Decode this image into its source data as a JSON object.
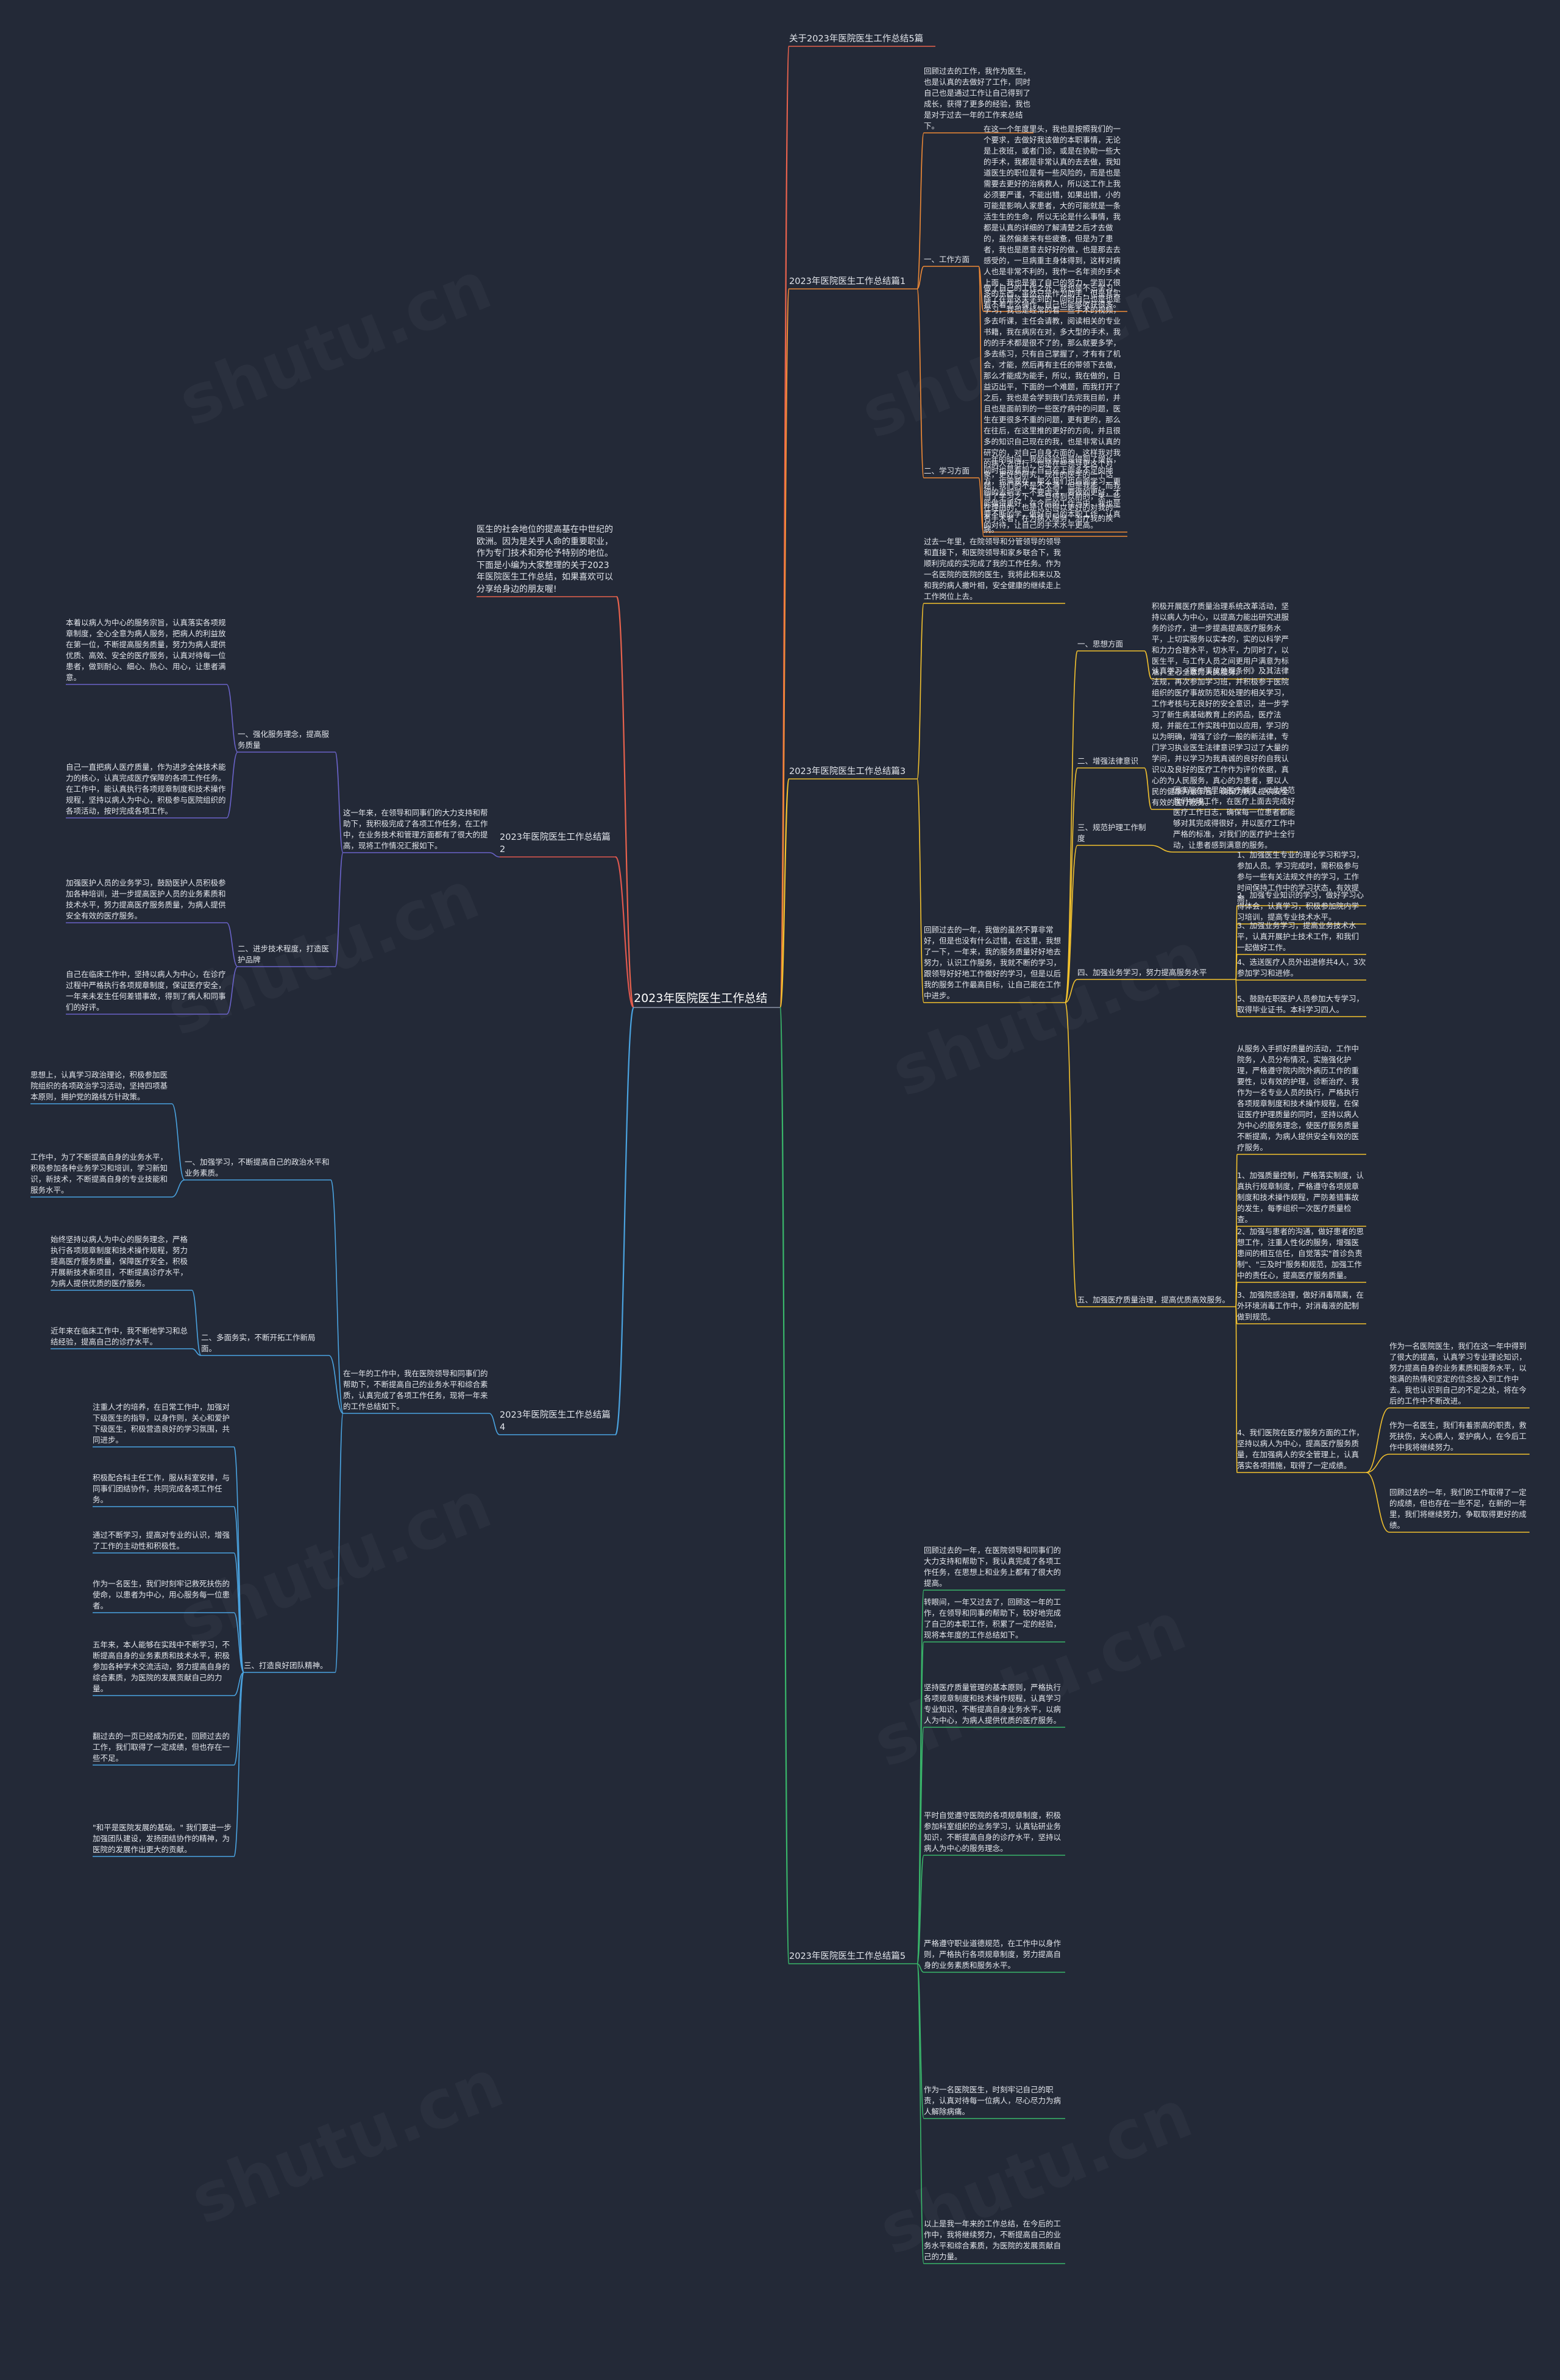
{
  "mindmap": {
    "root": "2023年医院医生工作总结",
    "intro": "医生的社会地位的提高基在中世纪的欧洲。因为是关乎人命的重要职业，作为专门技术和旁伦予特别的地位。下面是小编为大家整理的关于2023年医院医生工作总结，如果喜欢可以分享给身边的朋友喔!",
    "branches": [
      {
        "title": "关于2023年医院医生工作总结5篇",
        "color": "#e8624d",
        "children": []
      },
      {
        "title": "2023年医院医生工作总结篇1",
        "color": "#f08a36",
        "children": [
          {
            "text": "回顾过去的工作，我作为医生，也是认真的去做好了工作，同时自己也是通过工作让自己得到了成长，获得了更多的经验，我也是对于过去一年的工作来总结下。"
          },
          {
            "text": "一、工作方面",
            "children": [
              {
                "text": "在这一个年度里头，我也是按照我们的一个要求，去做好我该做的本职事情，无论是上夜班，或者门诊，或是在协助一些大的手术，我都是非常认真的去去做，我知道医生的职位是有一些风险的，而是也是需要去更好的治病救人，所以这工作上我必须要严谨，不能出错，如果出错，小的可能是影响人家患者，大的可能就是一条活生生的生命，所以无论是什么事情，我都是认真的详细的了解清楚之后才去做的，虽然偏差来有些疲惫，但是为了患者，我也是愿意去好好的做，也是那去去感受的，一旦病重主身体得到，这样对病人也是非常不利的，我作一名年资的手术上面，我也是第了自己的努力，学到了很多的东西，虽然只是作为助手，但是其实看不着怎么操作，自己也能够收获很多。"
              },
              {
                "text": "做了自己的工作之外，我也是不忘学习，除了在是这关学到的，同时自己也是也是学习，我也是经常的看一些手术的视频，多去听课，主任会请教，阅读相关的专业书籍，我在病房在对，多大型的手术，我的的手术都是很不了的，那么就要多学，多去练习，只有自己掌握了，才有有了机会，才能，然后再有主任的带领下去做，那么才能成为能手，所以，我在做的，日益迈出平，下面的一个难题，而我打开了之后，我也是会学到我们去完我目前，并且也是面前到的一些医疗病中的问题，医生在更很多不重的问题，更有更的，那么在往后，在这里推的更好的方向，并且很多的知识自己现在的我，也是非常认真的研究的，对自己自身方面的，这样我对我的病人去进行，也是在些领导更这个对象，更好的研究，现在的医学的一个话题，我们的不是不太满，但是我能，而我当了学习之下，一旦得到以前的，来一些在理由的，也是认识得以更好的对我的一名手术者，在为病人服务，治疗我的疾病。"
              }
            ]
          },
          {
            "text": "二、学习方面",
            "children": [
              {
                "text": "一年的时间，我的经验也是得到了增长，同时也是看到了自己在上面多不足的地方，也需要在，那么我们也后面学习，更细的去把学，不要虚浮，要做的更好，才能做得更好，在今后的工作当中，我也是要不断的学，做好自己的本职工作，认真的对待，让自己的手术水平更高。"
              }
            ]
          }
        ]
      },
      {
        "title": "2023年医院医生工作总结篇3",
        "color": "#f2c12e",
        "children": [
          {
            "text": "过去一年里，在院领导和分管领导的领导和直接下，和医院领导和家乡联合下，我顺利完成的实完成了我的工作任务。作为一名医院的医院的医生，我将此和来以及和我的病人撒叶相，安全健康的继续走上工作岗位上去。"
          },
          {
            "text": "回顾过去的一年，我做的虽然不算非常好，但是也没有什么过错，在这里，我想了一下，一年来，我的服务质量好好地去努力，认识工作服务，我就不断的学习，跟领导好好地工作做好的学习，但是以后我的服务工作最高目标，让自己能在工作中进步。",
            "children": [
              {
                "text": "一、思想方面",
                "children": [
                  {
                    "text": "积极开展医疗质量治理系统改革活动，坚持以病人为中心，以提高力能出研究进服务的诊疗，进一步提高提高医疗服务水平，上切实服务以实本的，实的以科学严和力力合理水平，切水平，力同时了，以医生平，与工作人员之间更用户满意为标准，全心全意为人民服务。"
                  }
                ]
              },
              {
                "text": "二、增强法律意识",
                "children": [
                  {
                    "text": "认真学习《医疗事故处理条例》及其法律法规，再次参加学习班，并积极参于医院组织的医疗事故防范和处理的相关学习，工作考核与无良好的安全意识，进一步学习了新生病基础教育上的药品，医疗法规，并能在工作实践中加以应用，学习的以为明确，增强了诊疗一般的新法律，专门学习执业医生法律意识学习过了大量的学问，并以学习为我真诚的良好的自我认识以及良好的医疗工作作为评价依据，真心的为人民服务，真心的为患者，要以人民的健康为最宗旨，确保为病人提供安全有效的医疗服务。"
                  }
                ]
              },
              {
                "text": "三、规范护理工作制度",
                "children": [
                  {
                    "text": "因实际在院里的医疗制度，以此规范我们护理工作，在医疗上面去完成好医疗工作日志，确保每一位患者都能够对其完成得很好，并以医疗工作中严格的标准，对我们的医疗护士全行动，让患者感到满意的服务。"
                  }
                ]
              },
              {
                "text": "四、加强业务学习，努力提高服务水平",
                "children": [
                  {
                    "text": "1、加强医生专业的理论学习和学习，参加人员。学习完成时，需积极参与参与一些有关法规文件的学习，工作时间保持工作中的学习状态，有效提高，"
                  },
                  {
                    "text": "2、加强专业知识的学习，做好学习心得体会，认真学习，积极参加院内学习培训，提高专业技术水平。"
                  },
                  {
                    "text": "3、加强业务学习，提高业务技术水平，认真开展护士技术工作，和我们一起做好工作。"
                  },
                  {
                    "text": "4、选送医疗人员外出进修共4人，3次参加学习和进修。"
                  },
                  {
                    "text": "5、鼓励在职医护人员参加大专学习，取得毕业证书。本科学习四人。"
                  }
                ]
              },
              {
                "text": "五、加强医疗质量治理，提高优质高效服务。",
                "children": [
                  {
                    "text": "从服务入手抓好质量的活动，工作中院务，人员分布情况，实施强化护理，严格遵守院内院外病历工作的重要性，以有效的护理，诊断治疗、我作为一名专业人员的执行，严格执行各项规章制度和技术操作规程，在保证医疗护理质量的同时，坚持以病人为中心的服务理念，使医疗服务质量不断提高，为病人提供安全有效的医疗服务。"
                  },
                  {
                    "text": "1、加强质量控制，严格落实制度，认真执行规章制度，严格遵守各项规章制度和技术操作规程，严防差错事故的发生，每季组织一次医疗质量检查。"
                  },
                  {
                    "text": "2、加强与患者的沟通，做好患者的思想工作，注重人性化的服务，增强医患间的相互信任，自觉落实\"首诊负责制\"、\"三及时\"服务和规范，加强工作中的责任心，提高医疗服务质量。"
                  },
                  {
                    "text": "3、加强院感治理，做好消毒隔离，在外环境消毒工作中，对消毒液的配制做到规范。"
                  },
                  {
                    "text": "4、我们医院在医疗服务方面的工作，坚持以病人为中心，提高医疗服务质量，在加强病人的安全管理上，认真落实各项措施，取得了一定成绩。",
                    "children": [
                      {
                        "text": "作为一名医院医生，我们在这一年中得到了很大的提高，认真学习专业理论知识，努力提高自身的业务素质和服务水平，以饱满的热情和坚定的信念投入到工作中去。我也认识到自己的不足之处，将在今后的工作中不断改进。"
                      },
                      {
                        "text": "作为一名医生，我们有着崇高的职责，救死扶伤，关心病人，爱护病人，在今后工作中我将继续努力。"
                      },
                      {
                        "text": "回顾过去的一年，我们的工作取得了一定的成绩，但也存在一些不足，在新的一年里，我们将继续努力，争取取得更好的成绩。"
                      }
                    ]
                  }
                ]
              }
            ]
          }
        ]
      },
      {
        "title": "2023年医院医生工作总结篇2",
        "color": "#e0584f",
        "children": [
          {
            "text": "这一年来，在领导和同事们的大力支持和帮助下，我积极完成了各项工作任务，在工作中，在业务技术和管理方面都有了很大的提高，现将工作情况汇报如下。",
            "children": [
              {
                "text": "一、强化服务理念，提高服务质量",
                "children": [
                  {
                    "text": "本着以病人为中心的服务宗旨，认真落实各项规章制度，全心全意为病人服务，把病人的利益放在第一位，不断提高服务质量，努力为病人提供优质、高效、安全的医疗服务，认真对待每一位患者，做到耐心、细心、热心、用心，让患者满意。"
                  },
                  {
                    "text": "自己一直把病人医疗质量，作为进步全体技术能力的核心，认真完成医疗保障的各项工作任务。在工作中，能认真执行各项规章制度和技术操作规程，坚持以病人为中心，积极参与医院组织的各项活动，按时完成各项工作。"
                  }
                ]
              },
              {
                "text": "二、进步技术程度，打造医护品牌",
                "children": [
                  {
                    "text": "加强医护人员的业务学习，鼓励医护人员积极参加各种培训，进一步提高医护人员的业务素质和技术水平，努力提高医疗服务质量，为病人提供安全有效的医疗服务。"
                  },
                  {
                    "text": "自己在临床工作中，坚持以病人为中心，在诊疗过程中严格执行各项规章制度，保证医疗安全，一年来未发生任何差错事故，得到了病人和同事们的好评。"
                  }
                ]
              }
            ]
          }
        ]
      },
      {
        "title": "2023年医院医生工作总结篇4",
        "color": "#4aa3e0",
        "children": [
          {
            "text": "在一年的工作中，我在医院领导和同事们的帮助下，不断提高自己的业务水平和综合素质，认真完成了各项工作任务，现将一年来的工作总结如下。",
            "children": [
              {
                "text": "一、加强学习，不断提高自己的政治水平和业务素质。",
                "children": [
                  {
                    "text": "思想上，认真学习政治理论，积极参加医院组织的各项政治学习活动，坚持四项基本原则，拥护党的路线方针政策。"
                  },
                  {
                    "text": "工作中，为了不断提高自身的业务水平，积极参加各种业务学习和培训，学习新知识，新技术，不断提高自身的专业技能和服务水平。"
                  }
                ]
              },
              {
                "text": "二、多面务实，不断开拓工作新局面。",
                "children": [
                  {
                    "text": "始终坚持以病人为中心的服务理念，严格执行各项规章制度和技术操作规程，努力提高医疗服务质量，保障医疗安全，积极开展新技术新项目，不断提高诊疗水平，为病人提供优质的医疗服务。"
                  },
                  {
                    "text": "近年来在临床工作中，我不断地学习和总结经验，提高自己的诊疗水平。"
                  }
                ]
              },
              {
                "text": "三、打造良好团队精神。",
                "children": [
                  {
                    "text": "注重人才的培养，在日常工作中，加强对下级医生的指导，以身作则，关心和爱护下级医生，积极营造良好的学习氛围，共同进步。"
                  },
                  {
                    "text": "积极配合科主任工作，服从科室安排，与同事们团结协作，共同完成各项工作任务。"
                  },
                  {
                    "text": "通过不断学习，提高对专业的认识，增强了工作的主动性和积极性。"
                  },
                  {
                    "text": "作为一名医生，我们时刻牢记救死扶伤的使命，以患者为中心，用心服务每一位患者。"
                  },
                  {
                    "text": "五年来，本人能够在实践中不断学习，不断提高自身的业务素质和技术水平，积极参加各种学术交流活动，努力提高自身的综合素质，为医院的发展贡献自己的力量。"
                  },
                  {
                    "text": "翻过去的一页已经成为历史，回顾过去的工作，我们取得了一定成绩，但也存在一些不足。"
                  },
                  {
                    "text": "\"和平是医院发展的基础。\" 我们要进一步加强团队建设，发扬团结协作的精神，为医院的发展作出更大的贡献。"
                  }
                ]
              }
            ]
          }
        ]
      },
      {
        "title": "2023年医院医生工作总结篇5",
        "color": "#39b56a",
        "children": [
          {
            "text": "回顾过去的一年，在医院领导和同事们的大力支持和帮助下，我认真完成了各项工作任务，在思想上和业务上都有了很大的提高。"
          },
          {
            "text": "转眼间，一年又过去了，回顾这一年的工作，在领导和同事的帮助下，较好地完成了自己的本职工作，积累了一定的经验，现将本年度的工作总结如下。"
          },
          {
            "text": "坚持医疗质量管理的基本原则，严格执行各项规章制度和技术操作规程，认真学习专业知识，不断提高自身业务水平，以病人为中心，为病人提供优质的医疗服务。"
          },
          {
            "text": "平时自觉遵守医院的各项规章制度，积极参加科室组织的业务学习，认真钻研业务知识，不断提高自身的诊疗水平，坚持以病人为中心的服务理念。"
          },
          {
            "text": "严格遵守职业道德规范，在工作中以身作则，严格执行各项规章制度，努力提高自身的业务素质和服务水平。"
          },
          {
            "text": "作为一名医院医生，时刻牢记自己的职责，认真对待每一位病人，尽心尽力为病人解除病痛。"
          },
          {
            "text": "以上是我一年来的工作总结，在今后的工作中，我将继续努力，不断提高自己的业务水平和综合素质，为医院的发展贡献自己的力量。"
          }
        ]
      }
    ]
  }
}
